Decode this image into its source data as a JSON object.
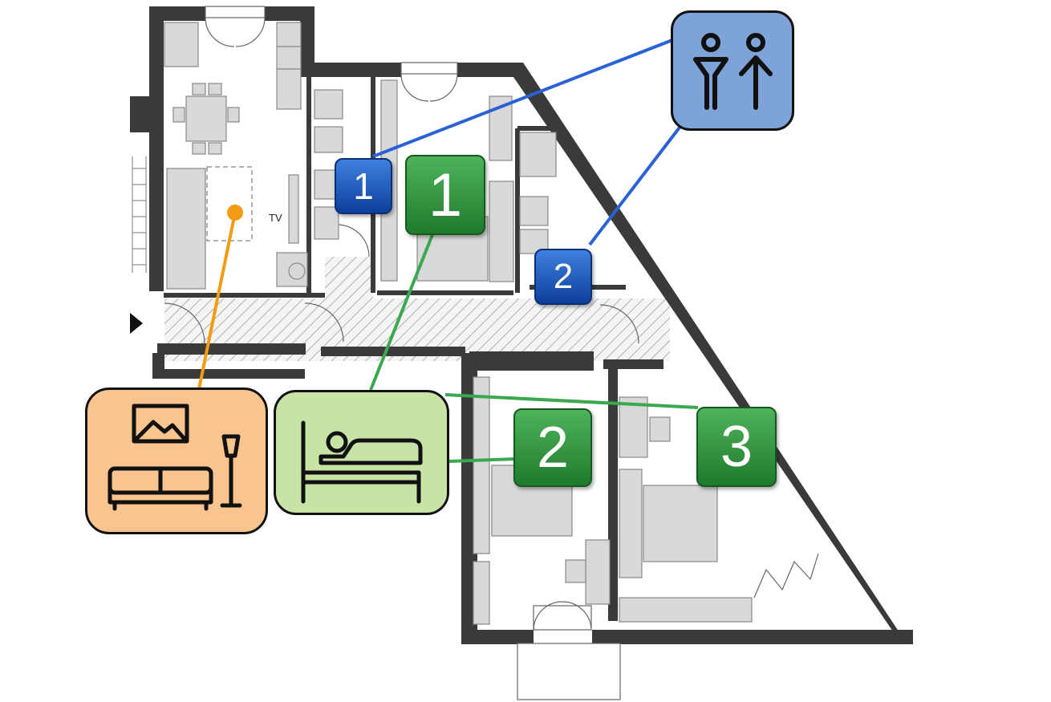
{
  "labels": {
    "tv": "TV"
  },
  "badges": {
    "bathrooms": [
      "1",
      "2"
    ],
    "bedrooms": [
      "1",
      "2",
      "3"
    ]
  },
  "legend": {
    "bathroom_icon": "male-female-restroom-icon",
    "living_icon": "sofa-picture-lamp-icon",
    "bedroom_icon": "person-in-bed-icon"
  },
  "colors": {
    "bathroom": "#7ea3d9",
    "bathroom_badge": "#1a4fb8",
    "bathroom_line": "#2a62d6",
    "living": "#f9c48e",
    "living_line": "#f39c12",
    "bedroom": "#c8e3a6",
    "bedroom_badge": "#2e8b3a",
    "bedroom_line": "#3aa84f",
    "wall": "#3a3a3a"
  }
}
